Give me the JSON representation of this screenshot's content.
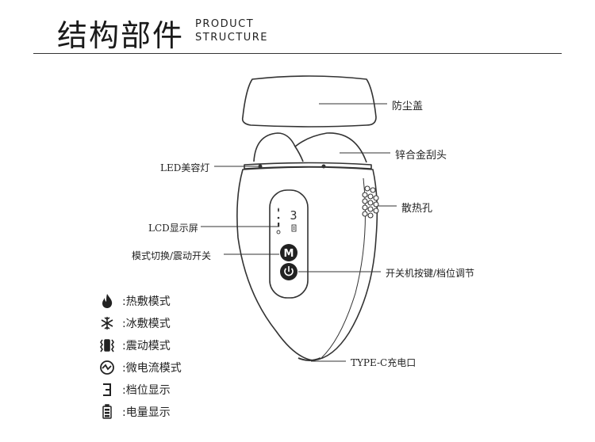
{
  "header": {
    "title_cn": "结构部件",
    "title_en_line1": "PRODUCT",
    "title_en_line2": "STRUCTURE"
  },
  "callouts": {
    "dust_cover": "防尘盖",
    "zinc_head": "锌合金刮头",
    "led_light": "LED美容灯",
    "vents": "散热孔",
    "lcd_screen": "LCD显示屏",
    "mode_switch": "模式切换/震动开关",
    "power_key": "开关机按键/档位调节",
    "type_c": "TYPE-C充电口"
  },
  "screen": {
    "digit": "3",
    "m_key": "M"
  },
  "legend": [
    {
      "icon": "flame-icon",
      "label": ":热敷模式"
    },
    {
      "icon": "snowflake-icon",
      "label": ":冰敷模式"
    },
    {
      "icon": "vibration-icon",
      "label": ":震动模式"
    },
    {
      "icon": "microcurrent-icon",
      "label": ":微电流模式"
    },
    {
      "icon": "level-icon",
      "label": ":档位显示"
    },
    {
      "icon": "battery-icon",
      "label": ":电量显示"
    }
  ],
  "colors": {
    "line": "#333333",
    "text": "#222222"
  }
}
